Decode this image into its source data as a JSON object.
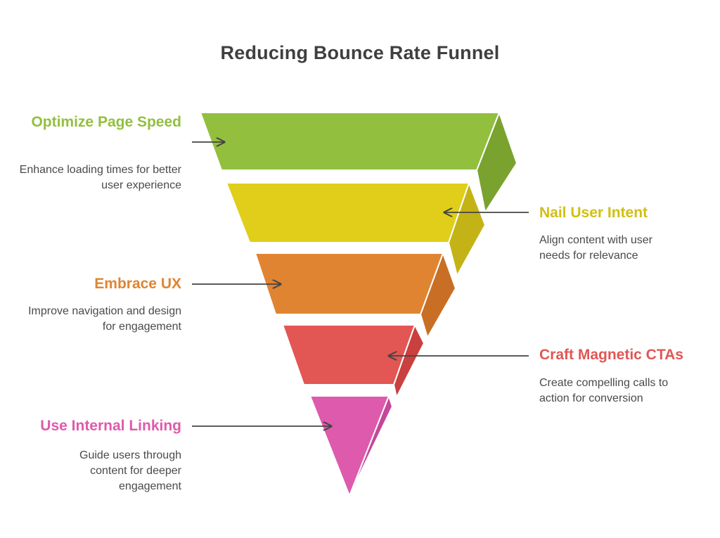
{
  "title": "Reducing Bounce Rate Funnel",
  "stages": [
    {
      "label": "Optimize Page Speed",
      "description": "Enhance loading times for better user experience",
      "color": "#93bf3e",
      "side": "left"
    },
    {
      "label": "Nail User Intent",
      "description": "Align content with user needs for relevance",
      "color": "#e0ce1a",
      "side": "right"
    },
    {
      "label": "Embrace UX",
      "description": "Improve navigation and design for engagement",
      "color": "#e08432",
      "side": "left"
    },
    {
      "label": "Craft Magnetic CTAs",
      "description": "Create compelling calls to action for conversion",
      "color": "#e25654",
      "side": "right"
    },
    {
      "label": "Use Internal Linking",
      "description": "Guide users through content for deeper engagement",
      "color": "#de5aac",
      "side": "left"
    }
  ]
}
